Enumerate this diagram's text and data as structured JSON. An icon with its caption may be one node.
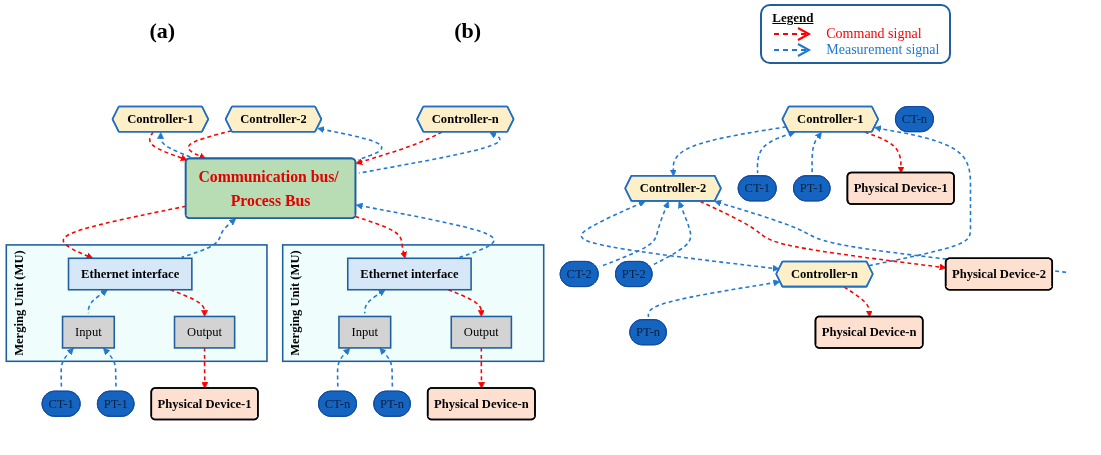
{
  "diagram": {
    "nodes": [
      {
        "text": [
          "Controller-1"
        ]
      },
      {
        "text": [
          "Controller-2"
        ]
      },
      {
        "text": [
          "Controller-n"
        ]
      },
      {
        "text": [
          "Communication bus/ Process Bus"
        ]
      },
      {
        "text": [
          "Merging Unit (MU)"
        ]
      },
      {
        "text": [
          "Ethernet interface"
        ],
        "in": 4
      },
      {
        "text": [
          "Input"
        ],
        "in": 4
      },
      {
        "text": [
          "Output"
        ],
        "in": 4
      },
      {
        "text": [
          "CT-1"
        ]
      },
      {
        "text": [
          "PT-1"
        ]
      },
      {
        "text": [
          "Physical Device-1"
        ]
      },
      {
        "text": [
          "Merging Unit (MU)"
        ]
      },
      {
        "text": [
          "Ethernet interface"
        ],
        "in": 11
      },
      {
        "text": [
          "Input"
        ],
        "in": 11
      },
      {
        "text": [
          "Output"
        ],
        "in": 11
      },
      {
        "text": [
          "CT-n"
        ]
      },
      {
        "text": [
          "PT-n"
        ]
      },
      {
        "text": [
          "Physical Device-n"
        ]
      },
      {
        "text": [
          "Controller-1"
        ]
      },
      {
        "text": [
          "Controller-2"
        ]
      },
      {
        "text": [
          "Controller-n"
        ]
      },
      {
        "text": [
          "CT-1"
        ]
      },
      {
        "text": [
          "PT-1"
        ]
      },
      {
        "text": [
          "Physical Device-1"
        ]
      },
      {
        "text": [
          "CT-2"
        ]
      },
      {
        "text": [
          "PT-2"
        ]
      },
      {
        "text": [
          "Physical Device-2"
        ]
      },
      {
        "text": [
          "CT-n"
        ]
      },
      {
        "text": [
          "PT-n"
        ]
      },
      {
        "text": [
          "Physical Device-n"
        ]
      }
    ],
    "edges": [
      {
        "from": 0,
        "to": 3,
        "arrow": "to",
        "style": "dashed",
        "color": "#ff0000"
      },
      {
        "from": 3,
        "to": 0,
        "arrow": "to",
        "style": "dashed"
      },
      {
        "from": 1,
        "to": 3,
        "arrow": "to",
        "style": "dashed",
        "color": "#ff0000"
      },
      {
        "from": 3,
        "to": 1,
        "arrow": "to",
        "style": "dashed"
      },
      {
        "from": 2,
        "to": 3,
        "arrow": "to",
        "style": "dashed",
        "color": "#ff0000"
      },
      {
        "from": 3,
        "to": 2,
        "arrow": "to",
        "style": "dashed"
      },
      {
        "from": 3,
        "to": 5,
        "arrow": "to",
        "style": "dashed",
        "color": "#ff0000"
      },
      {
        "from": 5,
        "to": 3,
        "arrow": "to",
        "style": "dashed"
      },
      {
        "from": 3,
        "to": 12,
        "arrow": "to",
        "style": "dashed",
        "color": "#ff0000"
      },
      {
        "from": 12,
        "to": 3,
        "arrow": "to",
        "style": "dashed"
      },
      {
        "from": 6,
        "to": 5,
        "arrow": "to",
        "style": "dashed"
      },
      {
        "from": 5,
        "to": 7,
        "arrow": "to",
        "style": "dashed",
        "color": "#ff0000"
      },
      {
        "from": 8,
        "to": 6,
        "arrow": "to",
        "style": "dashed"
      },
      {
        "from": 9,
        "to": 6,
        "arrow": "to",
        "style": "dashed"
      },
      {
        "from": 7,
        "to": 10,
        "arrow": "to",
        "style": "dashed",
        "color": "#ff0000"
      },
      {
        "from": 13,
        "to": 12,
        "arrow": "to",
        "style": "dashed"
      },
      {
        "from": 12,
        "to": 14,
        "arrow": "to",
        "style": "dashed",
        "color": "#ff0000"
      },
      {
        "from": 15,
        "to": 13,
        "arrow": "to",
        "style": "dashed"
      },
      {
        "from": 16,
        "to": 13,
        "arrow": "to",
        "style": "dashed"
      },
      {
        "from": 14,
        "to": 17,
        "arrow": "to",
        "style": "dashed",
        "color": "#ff0000"
      },
      {
        "from": 18,
        "to": 19,
        "arrow": "to",
        "style": "dashed"
      },
      {
        "from": 19,
        "to": 20,
        "arrow": "both",
        "style": "dashed"
      },
      {
        "from": 20,
        "to": 18,
        "arrow": "to",
        "style": "dashed"
      },
      {
        "from": 21,
        "to": 18,
        "arrow": "to",
        "style": "dashed"
      },
      {
        "from": 22,
        "to": 18,
        "arrow": "to",
        "style": "dashed"
      },
      {
        "from": 18,
        "to": 23,
        "arrow": "to",
        "style": "dashed",
        "color": "#ff0000"
      },
      {
        "from": 24,
        "to": 19,
        "arrow": "to",
        "style": "dashed"
      },
      {
        "from": 25,
        "to": 19,
        "arrow": "to",
        "style": "dashed"
      },
      {
        "from": 19,
        "to": 26,
        "arrow": "to",
        "style": "dashed",
        "color": "#ff0000"
      },
      {
        "from": null,
        "to": 19,
        "arrow": "to",
        "style": "dashed"
      },
      {
        "from": 28,
        "to": 20,
        "arrow": "to",
        "style": "dashed"
      },
      {
        "from": 20,
        "to": 29,
        "arrow": "to",
        "style": "dashed",
        "color": "#ff0000"
      }
    ],
    "labels": [
      "(a)",
      "(b)",
      "Legend"
    ],
    "legend": [
      {
        "text": "Command signal"
      },
      {
        "text": "Measurement signal"
      }
    ]
  }
}
